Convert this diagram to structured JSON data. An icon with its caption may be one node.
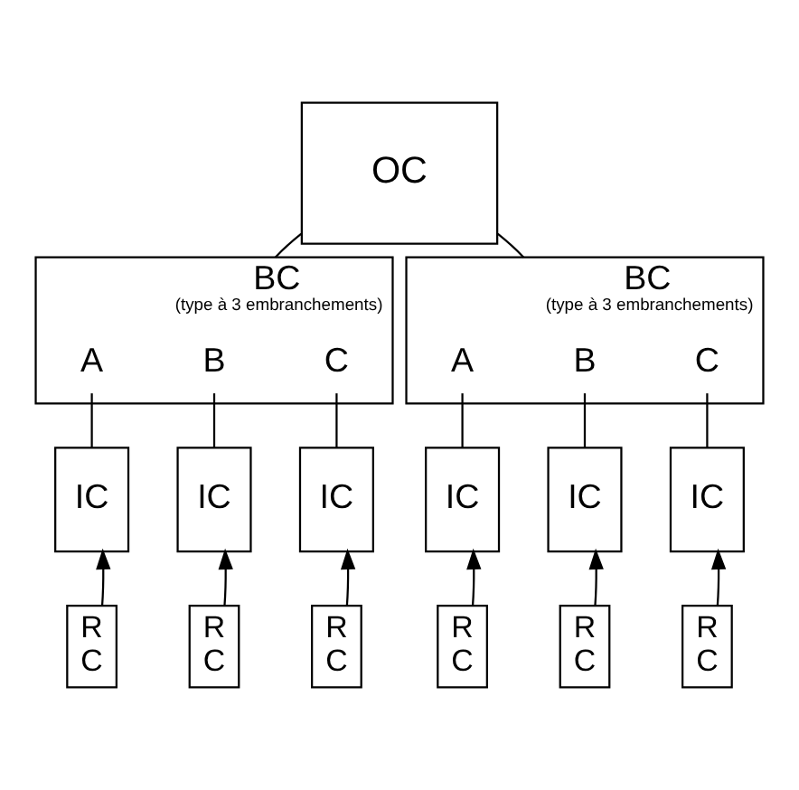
{
  "diagram": {
    "nodes": [
      {
        "text": [
          "OC"
        ]
      },
      {
        "text": [
          "BC",
          "(type à 3 embranchements)"
        ]
      },
      {
        "text": [
          "A"
        ],
        "in": 1
      },
      {
        "text": [
          "B"
        ],
        "in": 1
      },
      {
        "text": [
          "C"
        ],
        "in": 1
      },
      {
        "text": [
          "BC",
          "(type à 3 embranchements)"
        ]
      },
      {
        "text": [
          "A"
        ],
        "in": 5
      },
      {
        "text": [
          "B"
        ],
        "in": 5
      },
      {
        "text": [
          "C"
        ],
        "in": 5
      },
      {
        "text": [
          "IC"
        ]
      },
      {
        "text": [
          "IC"
        ]
      },
      {
        "text": [
          "IC"
        ]
      },
      {
        "text": [
          "IC"
        ]
      },
      {
        "text": [
          "IC"
        ]
      },
      {
        "text": [
          "IC"
        ]
      },
      {
        "text": [
          "R C"
        ]
      },
      {
        "text": [
          "R C"
        ]
      },
      {
        "text": [
          "R C"
        ]
      },
      {
        "text": [
          "R C"
        ]
      },
      {
        "text": [
          "R C"
        ]
      },
      {
        "text": [
          "R C"
        ]
      }
    ],
    "edges": [
      {
        "from": 0,
        "to": 1,
        "arrow": "none"
      },
      {
        "from": 0,
        "to": 5,
        "arrow": "none"
      },
      {
        "from": 2,
        "to": 9,
        "arrow": "none"
      },
      {
        "from": 3,
        "to": 10,
        "arrow": "none"
      },
      {
        "from": 4,
        "to": 11,
        "arrow": "none"
      },
      {
        "from": 6,
        "to": 12,
        "arrow": "none"
      },
      {
        "from": 7,
        "to": 13,
        "arrow": "none"
      },
      {
        "from": 8,
        "to": 14,
        "arrow": "none"
      },
      {
        "from": 15,
        "to": 9,
        "arrow": "to"
      },
      {
        "from": 16,
        "to": 10,
        "arrow": "to"
      },
      {
        "from": 17,
        "to": 11,
        "arrow": "to"
      },
      {
        "from": 18,
        "to": 12,
        "arrow": "to"
      },
      {
        "from": 19,
        "to": 13,
        "arrow": "to"
      },
      {
        "from": 20,
        "to": 14,
        "arrow": "to"
      }
    ]
  }
}
